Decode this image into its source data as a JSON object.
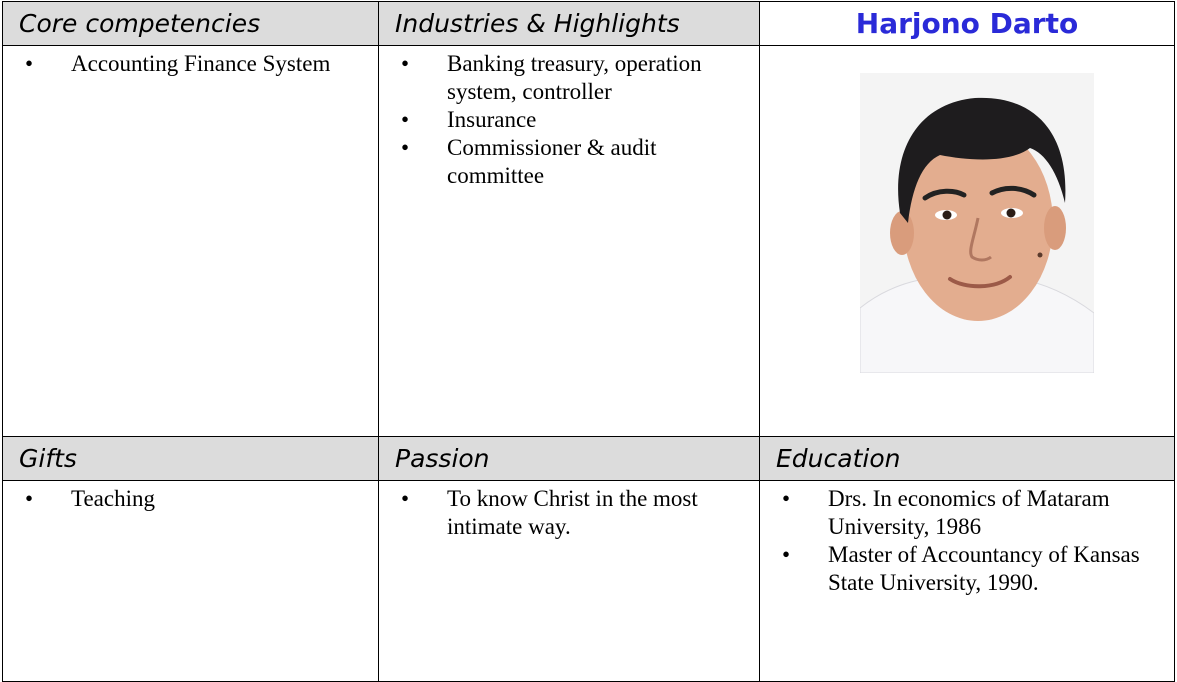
{
  "top_row": {
    "core_header": "Core competencies",
    "industries_header": "Industries & Highlights",
    "name": "Harjono Darto",
    "core_items": [
      "Accounting Finance System"
    ],
    "industries_items": [
      "Banking treasury, operation system, controller",
      "Insurance",
      "Commissioner & audit committee"
    ]
  },
  "bottom_row": {
    "gifts_header": "Gifts",
    "passion_header": "Passion",
    "education_header": "Education",
    "gifts_items": [
      "Teaching"
    ],
    "passion_items": [
      "To know Christ in the most intimate way."
    ],
    "education_items": [
      "Drs. In economics of Mataram University, 1986",
      "Master of Accountancy of Kansas State University, 1990."
    ]
  },
  "bullet_glyph": "•",
  "colors": {
    "header_bg": "#dcdcdc",
    "name_color": "#2a2ad8"
  }
}
